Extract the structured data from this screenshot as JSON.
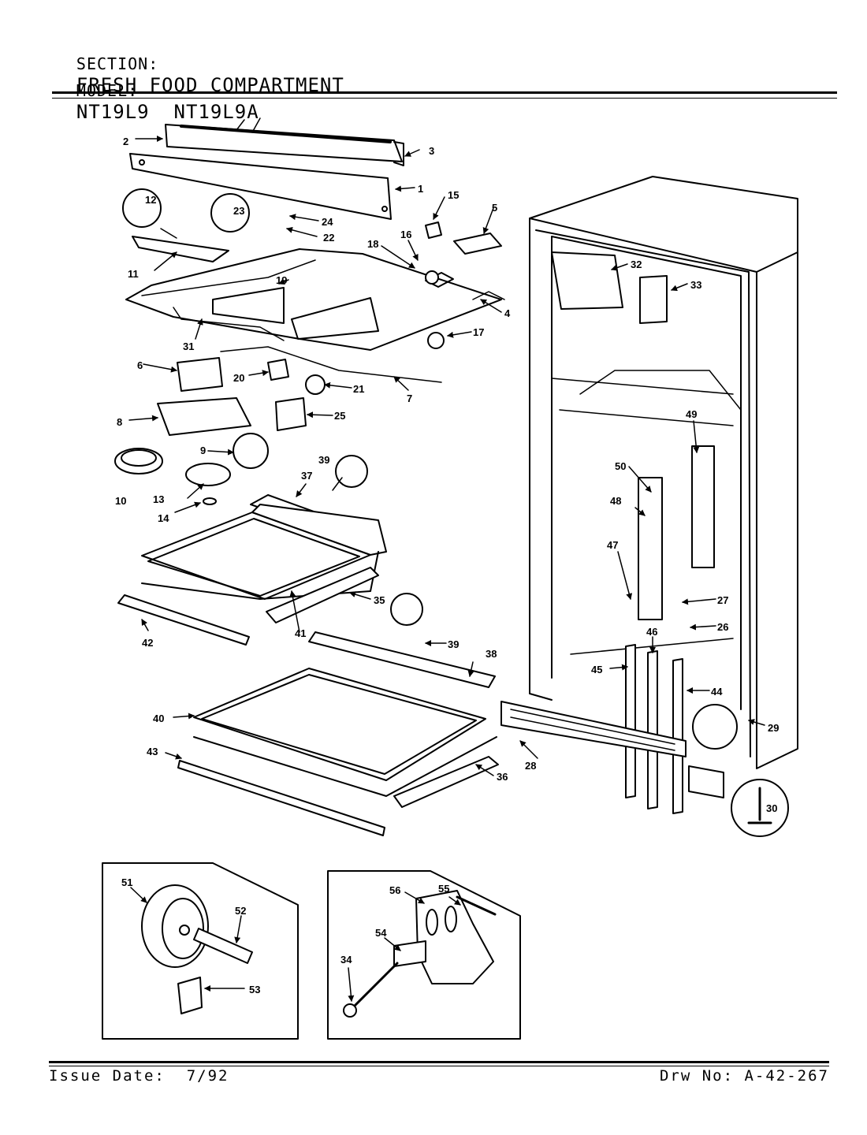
{
  "header": {
    "section_label": "SECTION:",
    "section_value": "FRESH FOOD COMPARTMENT",
    "model_label": "MODEL:",
    "model_value": "NT19L9  NT19L9A"
  },
  "footer": {
    "issue_date": "Issue Date:  7/92",
    "drawing_no": "Drw No: A-42-267"
  },
  "callouts": {
    "c1": "1",
    "c2": "2",
    "c3": "3",
    "c4": "4",
    "c5": "5",
    "c6": "6",
    "c7": "7",
    "c8": "8",
    "c9": "9",
    "c10": "10",
    "c11": "11",
    "c12": "12",
    "c13": "13",
    "c14": "14",
    "c15": "15",
    "c16": "16",
    "c17": "17",
    "c18": "18",
    "c19": "19",
    "c20": "20",
    "c21": "21",
    "c22": "22",
    "c23": "23",
    "c24": "24",
    "c25": "25",
    "c26": "26",
    "c27": "27",
    "c28": "28",
    "c29": "29",
    "c30": "30",
    "c31": "31",
    "c32": "32",
    "c33": "33",
    "c34": "34",
    "c35": "35",
    "c36": "36",
    "c37": "37",
    "c38": "38",
    "c39a": "39",
    "c39b": "39",
    "c40": "40",
    "c41": "41",
    "c42": "42",
    "c43": "43",
    "c44": "44",
    "c45": "45",
    "c46": "46",
    "c47": "47",
    "c48": "48",
    "c49": "49",
    "c50": "50",
    "c51": "51",
    "c52": "52",
    "c53": "53",
    "c54": "54",
    "c55": "55",
    "c56": "56"
  }
}
